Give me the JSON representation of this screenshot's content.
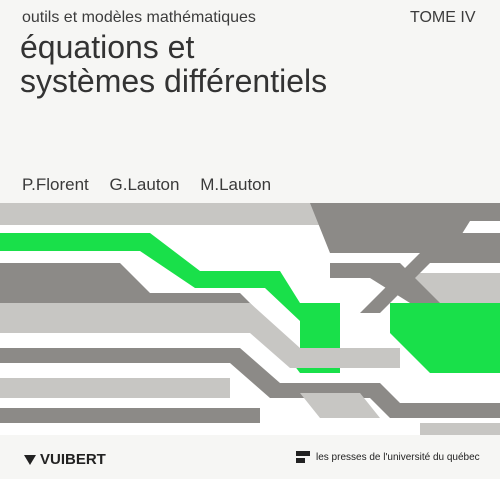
{
  "cover": {
    "series": "outils et modèles mathématiques",
    "tome": "TOME IV",
    "title_line1": "équations et",
    "title_line2": "systèmes différentiels",
    "authors": [
      "P.Florent",
      "G.Lauton",
      "M.Lauton"
    ]
  },
  "publishers": {
    "left": "VUIBERT",
    "right": "les presses de l'université du québec"
  },
  "colors": {
    "background": "#f6f6f4",
    "dark_gray": "#8c8a87",
    "light_gray": "#c7c6c3",
    "green": "#19e04a",
    "white": "#ffffff",
    "text": "#3c3c3c"
  },
  "icons": {
    "vuibert_logo": "v-triangle-icon",
    "puq_logo": "puq-icon"
  }
}
